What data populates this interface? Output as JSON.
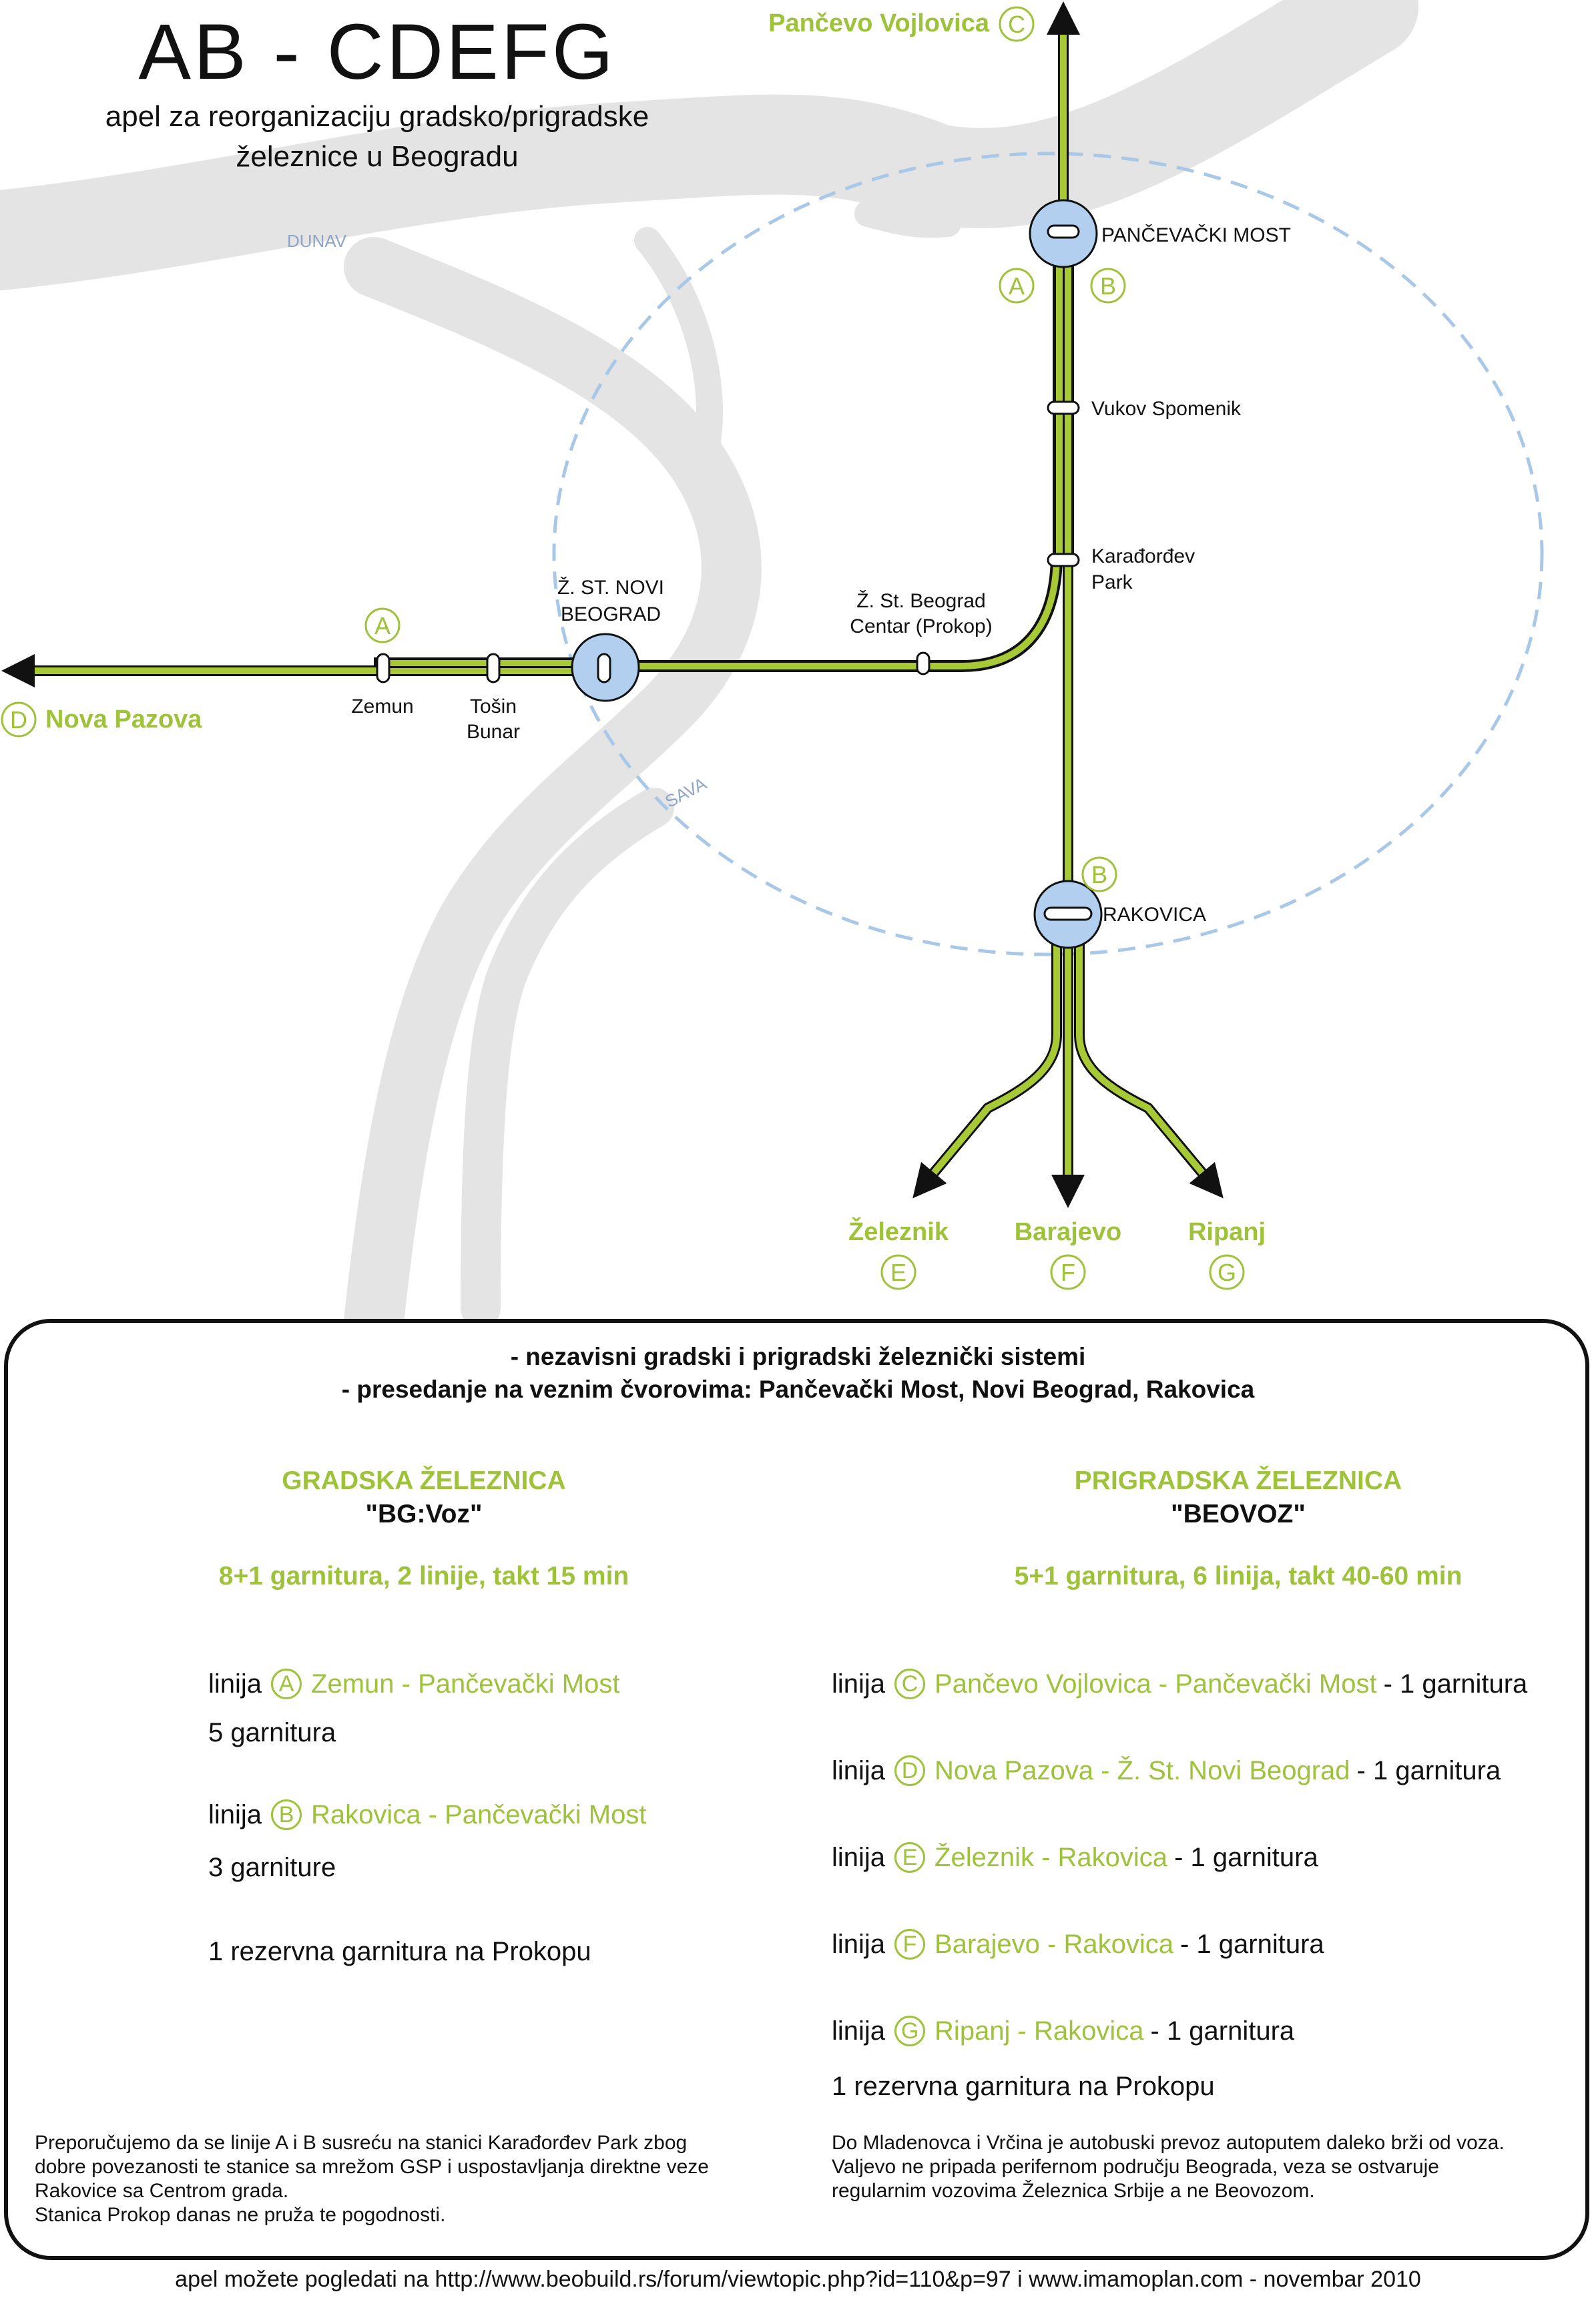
{
  "title": "AB - CDEFG",
  "subtitle_line1": "apel za reorganizaciju gradsko/prigradske",
  "subtitle_line2": "železnice u Beogradu",
  "rivers": {
    "dunav": "DUNAV",
    "sava": "SAVA"
  },
  "line_letters": {
    "a": "A",
    "b": "B",
    "c": "C",
    "d": "D",
    "e": "E",
    "f": "F",
    "g": "G"
  },
  "terminals": {
    "pancevo": "Pančevo Vojlovica",
    "nova_pazova": "Nova Pazova",
    "zeleznik": "Železnik",
    "barajevo": "Barajevo",
    "ripanj": "Ripanj"
  },
  "stations": {
    "pancevacki_most": "PANČEVAČKI MOST",
    "vukov_spomenik": "Vukov Spomenik",
    "karadjordjev_park_1": "Karađorđev",
    "karadjordjev_park_2": "Park",
    "novi_beograd_1": "Ž. ST. NOVI",
    "novi_beograd_2": "BEOGRAD",
    "prokop_1": "Ž. St. Beograd",
    "prokop_2": "Centar (Prokop)",
    "zemun": "Zemun",
    "tosin_1": "Tošin",
    "tosin_2": "Bunar",
    "rakovica": "RAKOVICA"
  },
  "colors": {
    "accent": "#9ec23a",
    "track": "#a7c935",
    "hub": "#b3cff0",
    "river": "#e3e3e3",
    "ring": "#a9c8e8"
  },
  "panel": {
    "intro1": "- nezavisni gradski i prigradski železnički sistemi",
    "intro2": "- presedanje na veznim čvorovima: Pančevački Most, Novi Beograd, Rakovica",
    "left": {
      "title": "GRADSKA ŽELEZNICA",
      "name": "\"BG:Voz\"",
      "meta": "8+1 garnitura, 2 linije, takt 15 min",
      "word": "linija",
      "line_a": "Zemun - Pančevački Most",
      "line_a_count": "5 garnitura",
      "line_b": "Rakovica - Pančevački Most",
      "line_b_count": "3 garniture",
      "reserve": "1 rezervna garnitura na Prokopu"
    },
    "right": {
      "title": "PRIGRADSKA ŽELEZNICA",
      "name": "\"BEOVOZ\"",
      "meta": "5+1 garnitura, 6 linija, takt 40-60 min",
      "word": "linija",
      "line_c": "Pančevo Vojlovica - Pančevački Most",
      "line_d": "Nova Pazova - Ž. St. Novi Beograd",
      "line_e": "Železnik - Rakovica",
      "line_f": "Barajevo - Rakovica",
      "line_g": "Ripanj - Rakovica",
      "count": "- 1 garnitura",
      "reserve": "1 rezervna garnitura na Prokopu"
    },
    "note_left": [
      "Preporučujemo da se linije A i B susreću na stanici Karađorđev Park zbog",
      "dobre povezanosti te stanice sa mrežom GSP i uspostavljanja direktne veze",
      "Rakovice sa Centrom grada.",
      "Stanica Prokop danas ne pruža te pogodnosti."
    ],
    "note_right": [
      "Do Mladenovca i Vrčina je autobuski prevoz autoputem daleko brži od voza.",
      "Valjevo ne pripada perifernom području Beograda, veza se ostvaruje",
      "regularnim vozovima Železnica Srbije a ne Beovozom."
    ]
  },
  "footer": "apel možete pogledati na http://www.beobuild.rs/forum/viewtopic.php?id=110&p=97 i www.imamoplan.com - novembar 2010"
}
